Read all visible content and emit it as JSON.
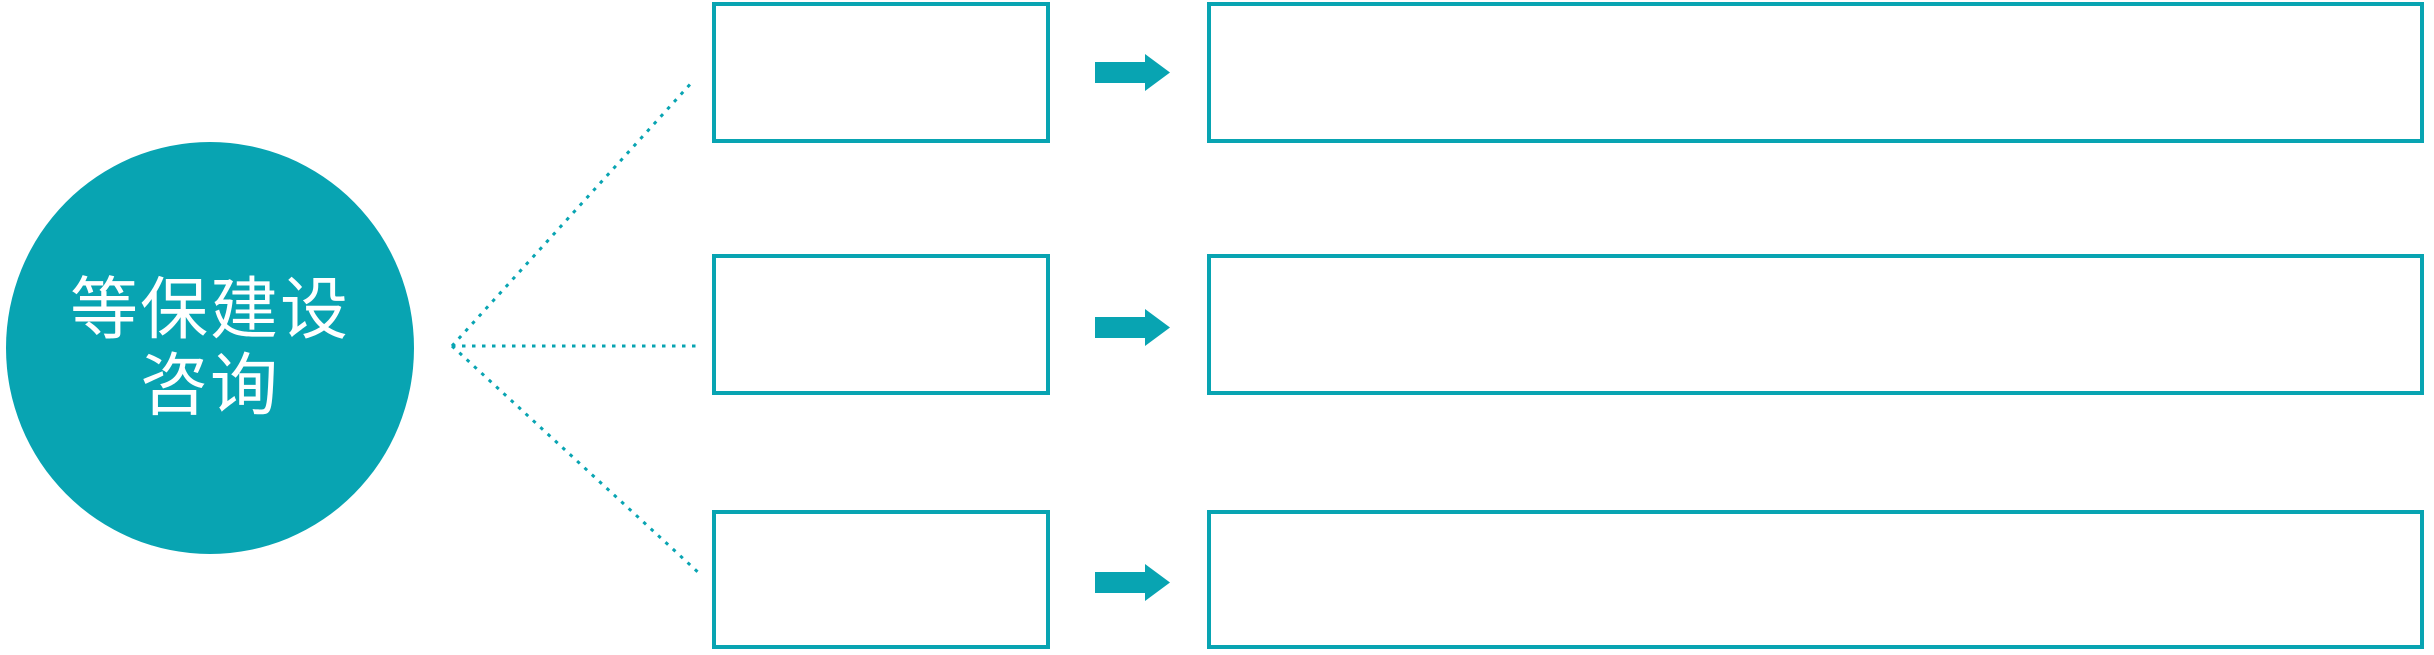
{
  "diagram": {
    "accent_color": "#08A4B2",
    "background_color": "#FFFFFF",
    "center_node": {
      "shape": "ellipse",
      "label_line1": "等保建设",
      "label_line2": "咨询",
      "text_color": "#FFFFFF"
    },
    "connectors": {
      "style": "dotted",
      "count": 3,
      "color": "#08A4B2"
    },
    "rows": [
      {
        "step_label": "",
        "arrow_icon": "right-arrow",
        "detail_label": ""
      },
      {
        "step_label": "",
        "arrow_icon": "right-arrow",
        "detail_label": ""
      },
      {
        "step_label": "",
        "arrow_icon": "right-arrow",
        "detail_label": ""
      }
    ]
  }
}
